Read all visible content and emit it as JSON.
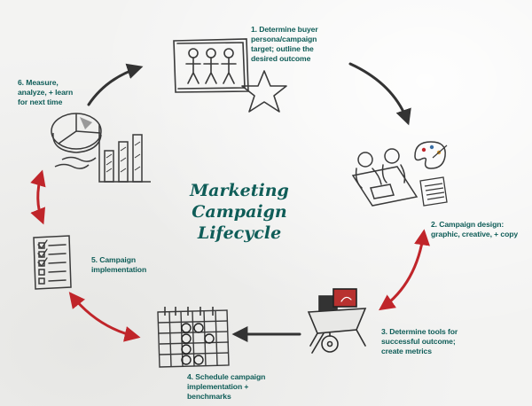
{
  "title_line1": "Marketing Campaign",
  "title_line2": "Lifecycle",
  "steps": [
    {
      "label": "1.  Determine buyer\npersona/campaign\ntarget; outline the\ndesired outcome"
    },
    {
      "label": "2.  Campaign design:\ngraphic, creative, + copy"
    },
    {
      "label": "3.  Determine tools for\nsuccessful outcome;\ncreate metrics"
    },
    {
      "label": "4.  Schedule campaign\nimplementation +\nbenchmarks"
    },
    {
      "label": "5.  Campaign\nimplementation"
    },
    {
      "label": "6.  Measure,\nanalyze, + learn\nfor next time"
    }
  ],
  "colors": {
    "text_teal": "#0f5d58",
    "arrow_dark": "#333333",
    "arrow_red": "#c0252a",
    "sketch": "#3a3a3a"
  },
  "icons": [
    "persona-board-icon",
    "star-icon",
    "design-team-icon",
    "palette-icon",
    "notepad-icon",
    "wheelbarrow-tools-icon",
    "calendar-icon",
    "checklist-icon",
    "pie-chart-icon",
    "bar-chart-icon"
  ]
}
